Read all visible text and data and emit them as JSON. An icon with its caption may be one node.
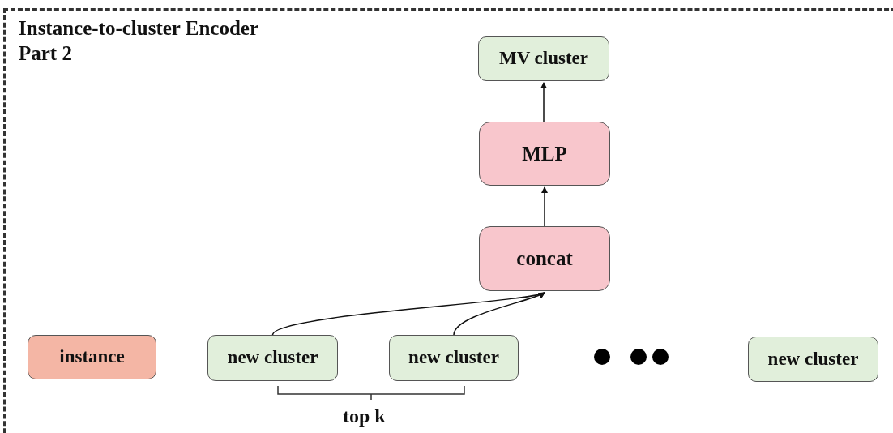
{
  "diagram": {
    "nodes": [
      {
        "text": [
          "Instance-to-cluster Encoder Part 2"
        ]
      },
      {
        "text": [
          "MV cluster"
        ],
        "in": 0
      },
      {
        "text": [
          "MLP"
        ],
        "in": 0
      },
      {
        "text": [
          "concat"
        ],
        "in": 0
      },
      {
        "text": [
          "instance"
        ],
        "in": 0
      },
      {
        "text": [
          "new cluster"
        ],
        "in": 0
      },
      {
        "text": [
          "new cluster"
        ],
        "in": 0
      },
      {
        "text": [
          "new cluster"
        ],
        "in": 0
      }
    ],
    "edges": [
      {
        "from": 3,
        "to": 2,
        "arrow": "to"
      },
      {
        "from": 2,
        "to": 1,
        "arrow": "to"
      },
      {
        "from": 5,
        "to": 3,
        "arrow": "to"
      },
      {
        "from": 6,
        "to": 3,
        "arrow": "to"
      }
    ],
    "labels": [
      "top k"
    ]
  }
}
